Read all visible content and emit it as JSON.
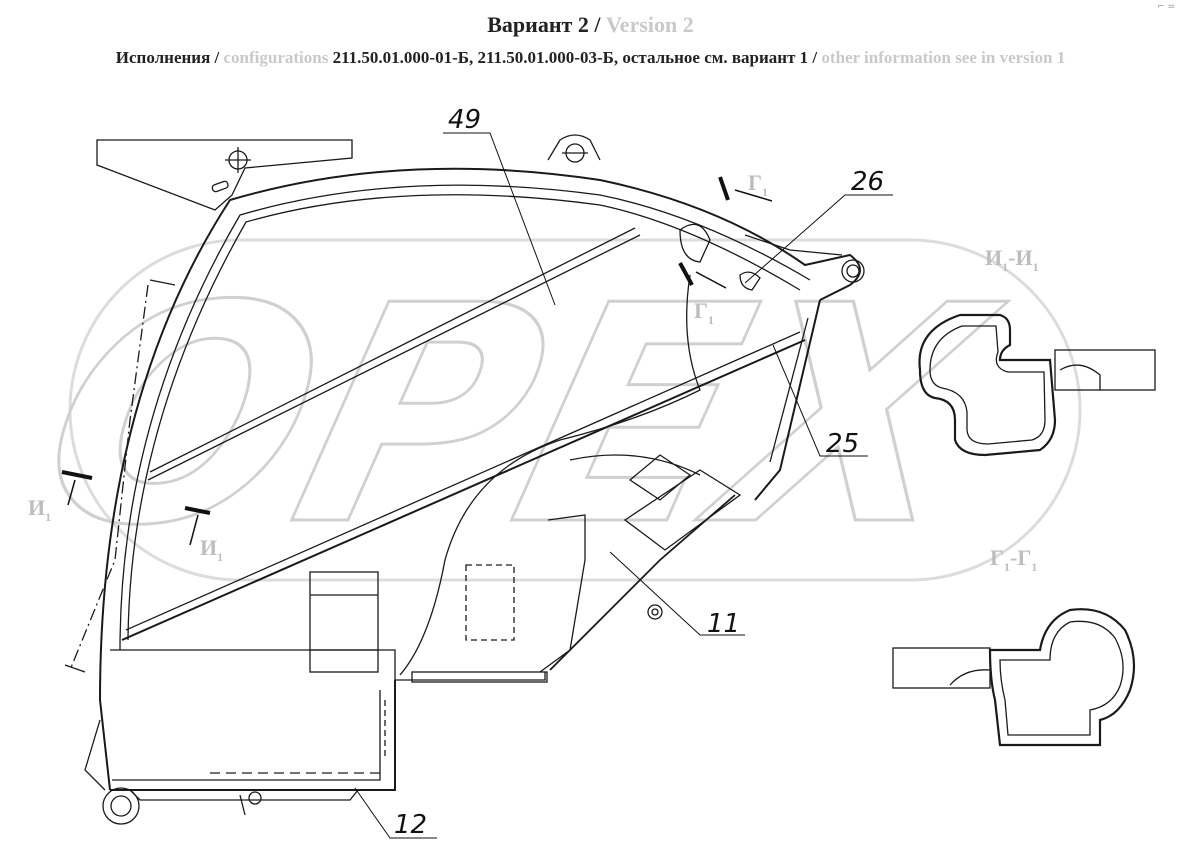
{
  "header": {
    "title_ru": "Вариант 2 /",
    "title_en": "Version 2",
    "sub_ru1": "Исполнения /",
    "sub_en1": "configurations",
    "sub_ru2": "211.50.01.000-01-Б, 211.50.01.000-03-Б, остальное см. вариант 1 /",
    "sub_en2": "other information see in version 1",
    "corner_mark": "⌐ ="
  },
  "watermark": {
    "text": "OPEX"
  },
  "callouts": [
    {
      "label": "49"
    },
    {
      "label": "26"
    },
    {
      "label": "25"
    },
    {
      "label": "11"
    },
    {
      "label": "12"
    }
  ],
  "sections": {
    "i_left": {
      "main": "И",
      "sub": "1"
    },
    "i_inner": {
      "main": "И",
      "sub": "1"
    },
    "g_top": {
      "main": "Г",
      "sub": "1"
    },
    "g_mid": {
      "main": "Г",
      "sub": "1"
    },
    "ii_title": {
      "main1": "И",
      "sub1": "1",
      "dash": "-И",
      "sub2": "1"
    },
    "gg_title": {
      "main1": "Г",
      "sub1": "1",
      "dash": "-Г",
      "sub2": "1"
    }
  },
  "colors": {
    "line": "#1a1a1a",
    "ghost": "#c9c9c9",
    "background": "#ffffff"
  }
}
